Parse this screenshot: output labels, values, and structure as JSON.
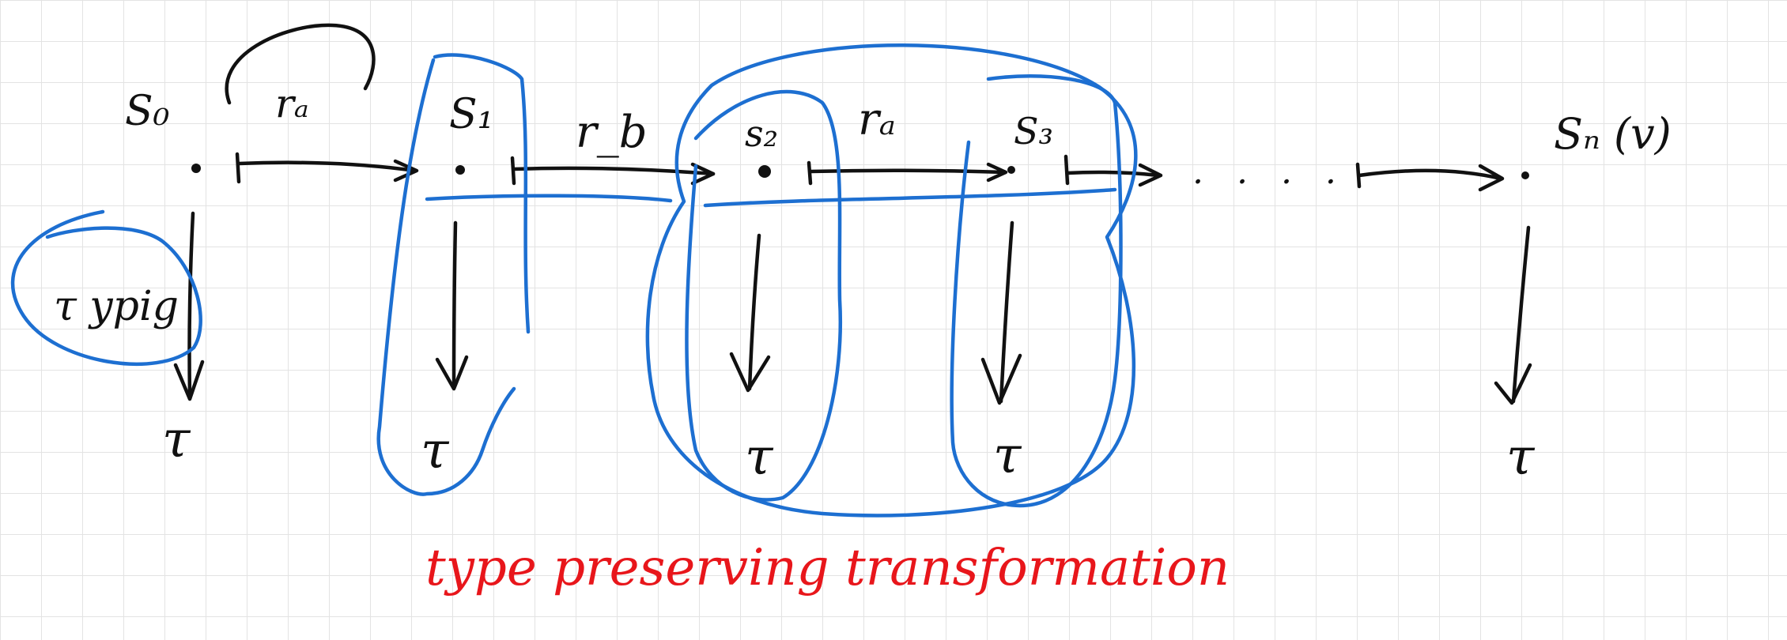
{
  "nodes": [
    {
      "id": "s0",
      "label": "S₀"
    },
    {
      "id": "s1",
      "label": "S₁"
    },
    {
      "id": "s2",
      "label": "s₂"
    },
    {
      "id": "s3",
      "label": "S₃"
    },
    {
      "id": "sn",
      "label": "Sₙ (v)"
    }
  ],
  "edge_labels": [
    "rₐ",
    "r_b",
    "rₐ"
  ],
  "ellipsis": ". . . .",
  "type_labels": [
    "τ",
    "τ",
    "τ",
    "τ",
    "τ"
  ],
  "typing_label": "τ ypig",
  "caption": "type preserving transformation",
  "colors": {
    "ink": "#111111",
    "highlight": "#1d6fd1",
    "caption": "#e8161b",
    "grid": "#e3e3e3"
  }
}
